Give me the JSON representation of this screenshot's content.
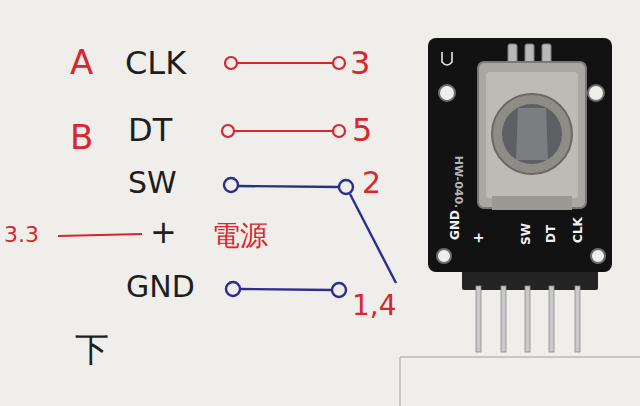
{
  "diagram": {
    "labels": [
      "A",
      "CLK",
      "3",
      "B",
      "DT",
      "5",
      "SW",
      "2",
      "3.3",
      "+",
      "電源",
      "GND",
      "1,4",
      "下",
      "HW-040.",
      "GND",
      "+",
      "SW",
      "DT",
      "CLK"
    ]
  }
}
